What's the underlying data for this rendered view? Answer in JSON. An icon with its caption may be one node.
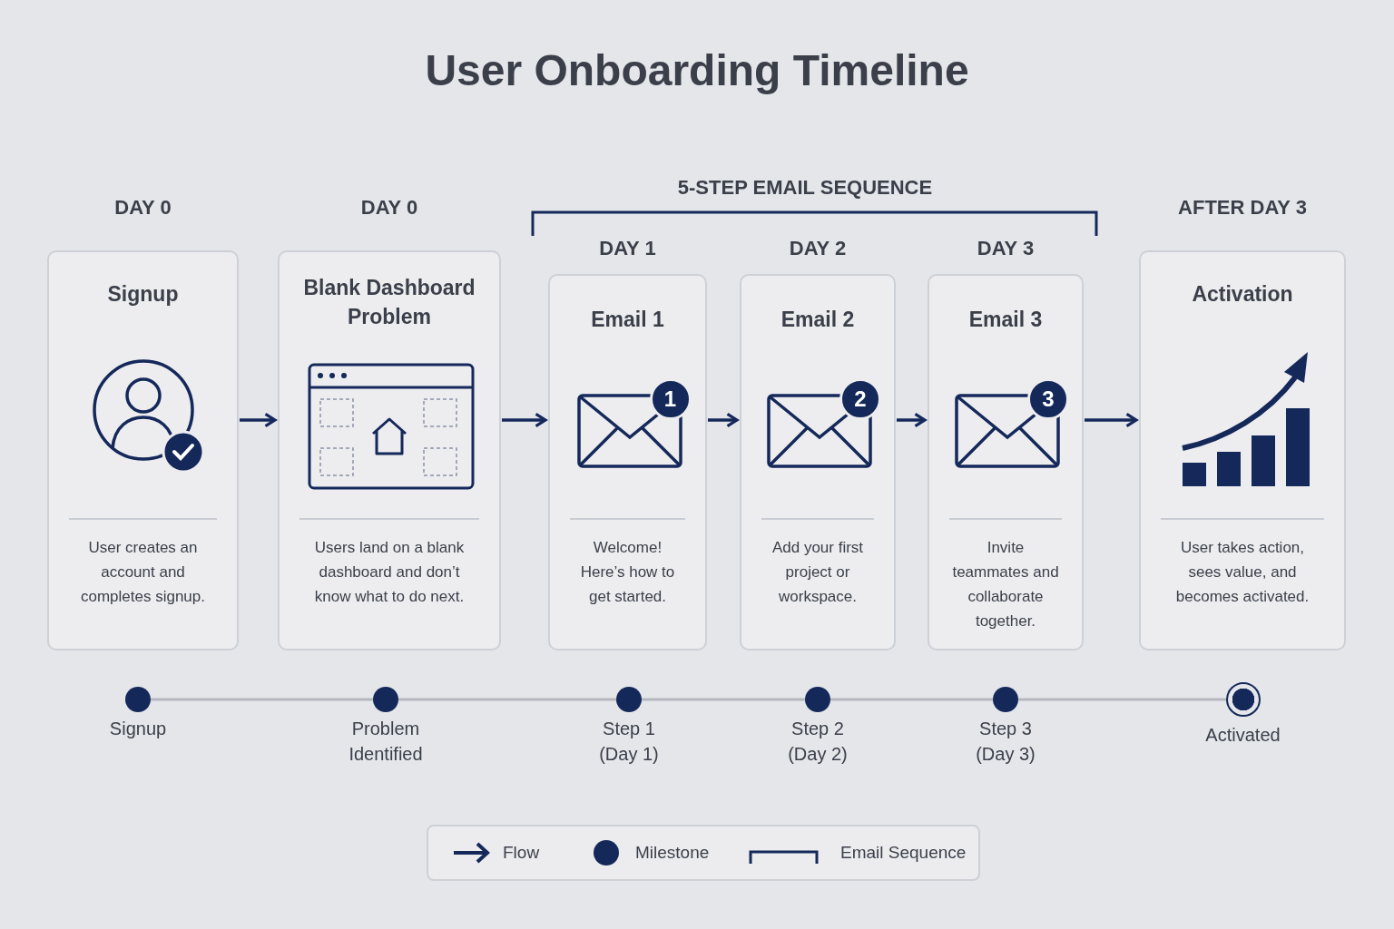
{
  "diagram": {
    "title": "User Onboarding Timeline",
    "nodes": [
      {
        "text": [
          "Signup",
          "User creates an account and completes signup."
        ],
        "beside": [
          "DAY 0"
        ]
      },
      {
        "text": [
          "Blank Dashboard Problem",
          "Users land on a blank dashboard and don’t know what to do next."
        ],
        "beside": [
          "DAY 0"
        ]
      },
      {
        "text": [
          "Email 1",
          "Welcome! Here’s how to get started."
        ],
        "beside": [
          "DAY 1"
        ]
      },
      {
        "text": [
          "Email 2",
          "Add your first project or workspace."
        ],
        "beside": [
          "DAY 2"
        ]
      },
      {
        "text": [
          "Email 3",
          "Invite teammates and collaborate together."
        ],
        "beside": [
          "DAY 3"
        ]
      },
      {
        "text": [
          "Activation",
          "User takes action, sees value, and becomes activated."
        ],
        "beside": [
          "AFTER DAY 3"
        ]
      },
      {
        "text": [
          "Signup"
        ]
      },
      {
        "text": [
          "Problem Identified"
        ]
      },
      {
        "text": [
          "Step 1 (Day 1)"
        ]
      },
      {
        "text": [
          "Step 2 (Day 2)"
        ]
      },
      {
        "text": [
          "Step 3 (Day 3)"
        ]
      },
      {
        "text": [
          "Activated"
        ]
      }
    ],
    "edges": [
      {
        "from": 0,
        "to": 1,
        "arrow": "to"
      },
      {
        "from": 1,
        "to": 2,
        "arrow": "to"
      },
      {
        "from": 2,
        "to": 3,
        "arrow": "to"
      },
      {
        "from": 3,
        "to": 4,
        "arrow": "to"
      },
      {
        "from": 4,
        "to": 5,
        "arrow": "to"
      },
      {
        "from": 6,
        "to": 7,
        "arrow": "none",
        "color": "#b4b7bd"
      },
      {
        "from": 7,
        "to": 8,
        "arrow": "none",
        "color": "#b4b7bd"
      },
      {
        "from": 8,
        "to": 9,
        "arrow": "none",
        "color": "#b4b7bd"
      },
      {
        "from": 9,
        "to": 10,
        "arrow": "none",
        "color": "#b4b7bd"
      },
      {
        "from": 10,
        "to": 11,
        "arrow": "none",
        "color": "#b4b7bd"
      }
    ],
    "labels": [
      "5-STEP EMAIL SEQUENCE",
      "1",
      "2",
      "3"
    ],
    "legend": [
      {
        "text": "Flow"
      },
      {
        "text": "Milestone"
      },
      {
        "text": "Email Sequence"
      }
    ]
  }
}
